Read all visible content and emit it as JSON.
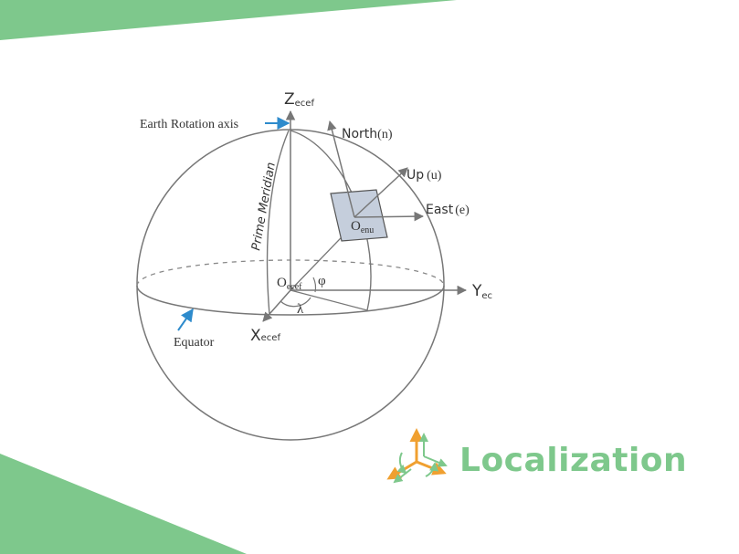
{
  "colors": {
    "accent_green": "#7ec88c",
    "diagram_line": "#777777",
    "pointer_blue": "#2e8bcc",
    "enu_plane_fill": "#c5cedc",
    "logo_orange": "#f0a030",
    "logo_green": "#7ec88c"
  },
  "diagram": {
    "z_axis": {
      "main": "Z",
      "sub": "ecef"
    },
    "y_axis": {
      "main": "Y",
      "sub": "ec"
    },
    "x_axis": {
      "main": "X",
      "sub": "ecef"
    },
    "origin_ecef": {
      "main": "O",
      "sub": "ecef"
    },
    "origin_enu": {
      "main": "O",
      "sub": "enu"
    },
    "north": {
      "main": "North",
      "sub": "(n)"
    },
    "up": {
      "main": "Up",
      "sub": "(u)"
    },
    "east": {
      "main": "East",
      "sub": "(e)"
    },
    "rotation_axis": "Earth Rotation axis",
    "prime_meridian": "Prime Meridian",
    "equator": "Equator",
    "latitude_symbol": "φ",
    "longitude_symbol": "λ"
  },
  "brand": {
    "title": "Localization",
    "logo_icon": "coordinate-axes-icon"
  }
}
